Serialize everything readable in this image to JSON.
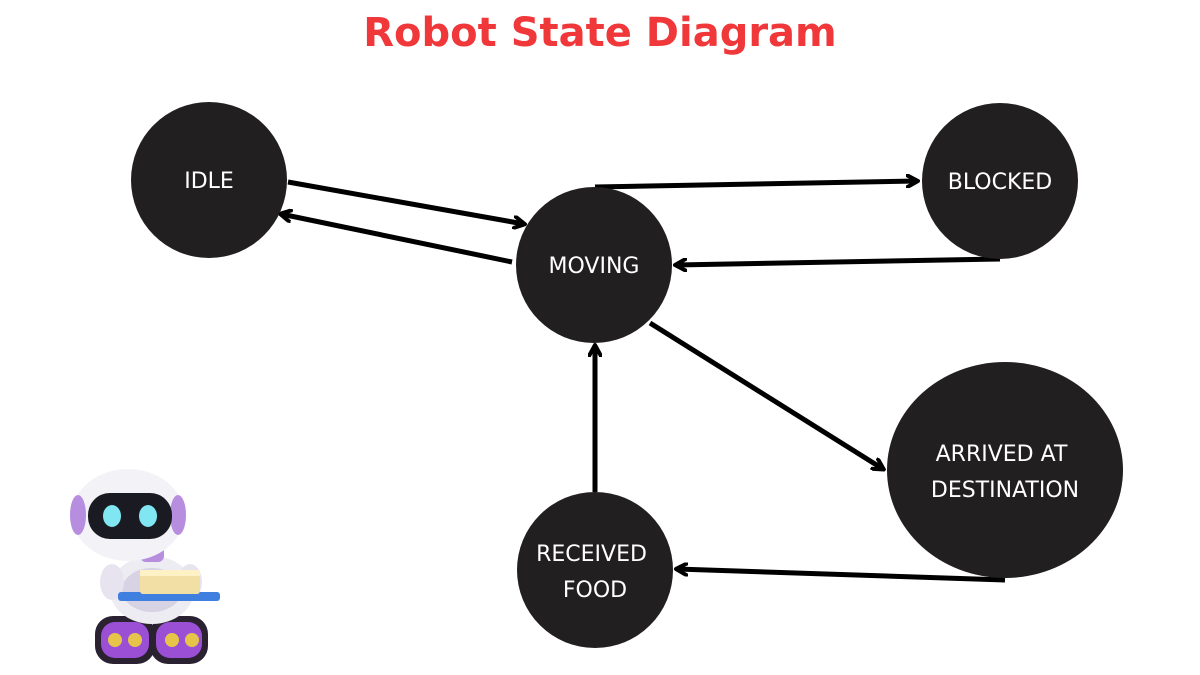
{
  "title": "Robot State Diagram",
  "colors": {
    "title": "#f0383a",
    "node_fill": "#221f20",
    "node_text": "#ffffff",
    "edge": "#000000"
  },
  "nodes": {
    "idle": {
      "lines": [
        "IDLE"
      ]
    },
    "moving": {
      "lines": [
        "MOVING"
      ]
    },
    "blocked": {
      "lines": [
        "BLOCKED"
      ]
    },
    "arrived": {
      "lines": [
        "ARRIVED AT",
        "DESTINATION"
      ]
    },
    "received": {
      "lines": [
        "RECEIVED",
        "FOOD"
      ]
    }
  },
  "edges": [
    {
      "from": "idle",
      "to": "moving"
    },
    {
      "from": "moving",
      "to": "idle"
    },
    {
      "from": "moving",
      "to": "blocked"
    },
    {
      "from": "blocked",
      "to": "moving"
    },
    {
      "from": "moving",
      "to": "arrived"
    },
    {
      "from": "arrived",
      "to": "received"
    },
    {
      "from": "received",
      "to": "moving"
    }
  ],
  "illustration": {
    "icon": "robot-waiter-icon"
  }
}
